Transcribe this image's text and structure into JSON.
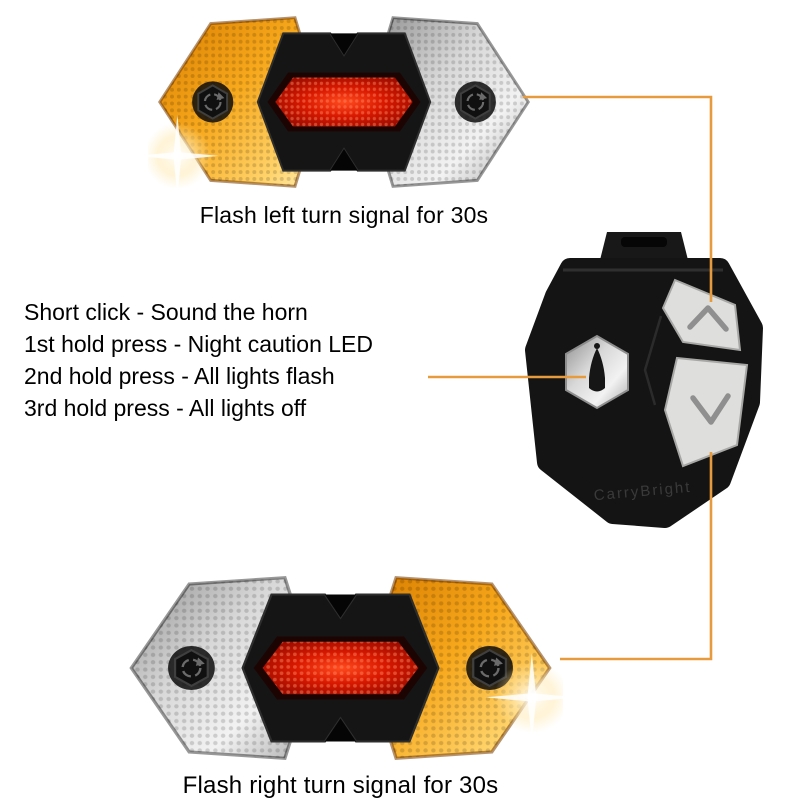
{
  "captions": {
    "top": "Flash left turn signal for 30s",
    "bottom": "Flash right turn signal for 30s"
  },
  "instructions": [
    "Short click - Sound the horn",
    "1st hold press - Night caution LED",
    "2nd hold press - All lights flash",
    "3rd hold press - All lights off"
  ],
  "remote": {
    "brand": "CarryBright",
    "buttons": {
      "up": "left-turn-signal-button",
      "horn": "horn-button",
      "down": "right-turn-signal-button"
    }
  },
  "icons": {
    "up": "chevron-up-icon",
    "down": "chevron-down-icon",
    "horn": "horn-icon",
    "bolt": "rotate-arrow-bolt-icon"
  },
  "colors": {
    "connector": "#E89B3C",
    "amber": "#F5A623",
    "signal_red": "#D81800",
    "silver": "#D8D8D8",
    "body_black": "#141414"
  }
}
